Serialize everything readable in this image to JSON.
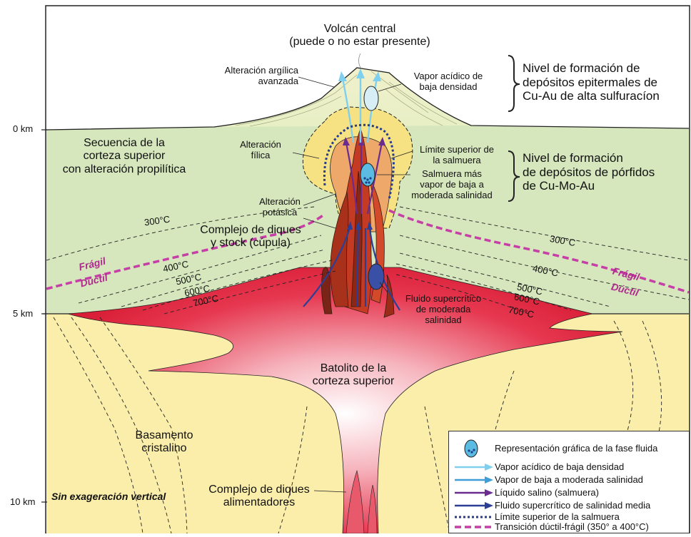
{
  "diagram": {
    "axis_labels": [
      "0 km",
      "5 km",
      "10 km"
    ],
    "note": "Sin exageración vertical",
    "labels": {
      "volcan": [
        "Volcán central",
        "(puede o no estar presente)"
      ],
      "arg": [
        "Alteración argílica",
        "avanzada"
      ],
      "vapor_acid": [
        "Vapor acídico de",
        "baja densidad"
      ],
      "nivel_epi": [
        "Nivel de formación de",
        "depósitos epitermales de",
        "Cu-Au de alta sulfuracíon"
      ],
      "secuencia": [
        "Secuencia de la",
        "corteza superior",
        "con alteración propilítica"
      ],
      "filica": [
        "Alteración",
        "fílica"
      ],
      "limite": [
        "Límite superior de",
        "la salmuera"
      ],
      "salmuera": [
        "Salmuera más",
        "vapor de baja a",
        "moderada salinidad"
      ],
      "nivel_porf": [
        "Nivel de formación",
        "de depósitos de pórfidos",
        "de Cu-Mo-Au"
      ],
      "potasica": [
        "Alteración",
        "potásica"
      ],
      "complejo": [
        "Complejo de diques",
        "y stock (cúpula)"
      ],
      "fluido": [
        "Fluido supercrítico",
        "de moderada",
        "salinidad"
      ],
      "batolito": [
        "Batolito de la",
        "corteza superior"
      ],
      "basamento": [
        "Basamento",
        "cristalino"
      ],
      "alimentadores": [
        "Complejo de diques",
        "alimentadores"
      ],
      "fragil": "Frágil",
      "ductil": "Dúctil"
    },
    "isotherms": [
      "300°C",
      "400°C",
      "500°C",
      "600°C",
      "700°C"
    ]
  },
  "legend": {
    "items": [
      {
        "icon": "fluid-phase-icon",
        "text": "Representación gráfica de la fase fluida"
      },
      {
        "icon": "light-blue-arrow-icon",
        "text": "Vapor acídico de baja densidad"
      },
      {
        "icon": "blue-arrow-icon",
        "text": "Vapor de baja a moderada salinidad"
      },
      {
        "icon": "purple-arrow-icon",
        "text": "Líquido salino (salmuera)"
      },
      {
        "icon": "dark-blue-arrow-icon",
        "text": "Fluido supercrítico de salinidad media"
      },
      {
        "icon": "dotted-line-icon",
        "text": "Límite superior de la salmuera"
      },
      {
        "icon": "dashed-line-icon",
        "text": "Transición dúctil-frágil (350° a 400°C)"
      }
    ]
  },
  "colors": {
    "green_crust": "#d6e6bd",
    "basement": "#fbeeaa",
    "phyllic": "#f6e283",
    "potassic": "#eda86a",
    "batholith": "#e2203b",
    "magenta_line": "#c63fa6",
    "dark_blue": "#2b3f96",
    "light_blue": "#7fd0ee"
  }
}
